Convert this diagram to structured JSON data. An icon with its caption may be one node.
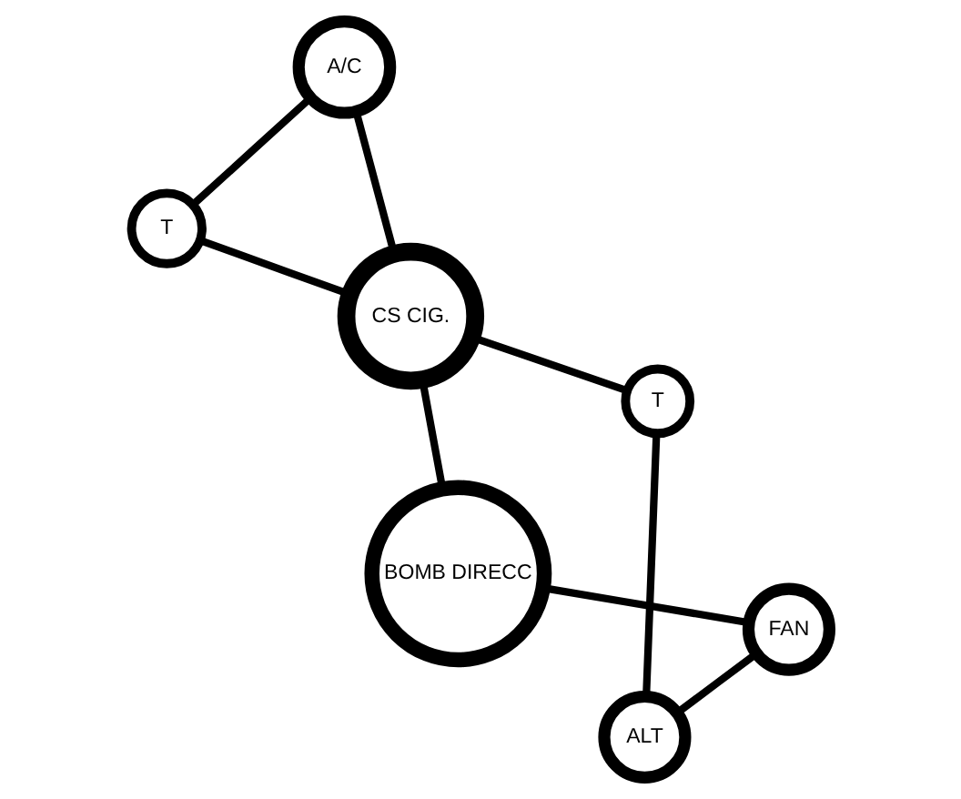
{
  "diagram": {
    "nodes": [
      {
        "text": [
          "ALT"
        ]
      },
      {
        "text": [
          "T"
        ]
      },
      {
        "text": [
          "FAN"
        ]
      },
      {
        "text": [
          "CS CIG."
        ]
      },
      {
        "text": [
          "BOMB DIRECC"
        ]
      },
      {
        "text": [
          "A/C"
        ]
      },
      {
        "text": [
          "T"
        ]
      }
    ],
    "edges": [
      {
        "from": 1,
        "to": 0,
        "arrow": "none"
      },
      {
        "from": 0,
        "to": 2,
        "arrow": "none"
      },
      {
        "from": 2,
        "to": 4,
        "arrow": "none"
      },
      {
        "from": 4,
        "to": 3,
        "arrow": "none"
      },
      {
        "from": 3,
        "to": 6,
        "arrow": "none"
      },
      {
        "from": 6,
        "to": 5,
        "arrow": "none"
      },
      {
        "from": 5,
        "to": 3,
        "arrow": "none"
      },
      {
        "from": 3,
        "to": 1,
        "arrow": "none"
      }
    ]
  }
}
